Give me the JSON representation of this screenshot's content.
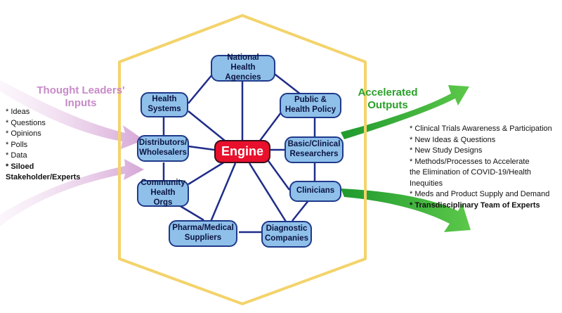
{
  "center": {
    "label": "Engine"
  },
  "nodes": {
    "national_health_agencies": "National Health\nAgencies",
    "health_systems": "Health\nSystems",
    "public_health_policy": "Public &\nHealth Policy",
    "distributors_wholesalers": "Distributors/\nWholesalers",
    "basic_clinical_researchers": "Basic/Clinical\nResearchers",
    "community_health_orgs": "Community\nHealth Orgs",
    "clinicians": "Clinicians",
    "pharma_medical_suppliers": "Pharma/Medical\nSuppliers",
    "diagnostic_companies": "Diagnostic\nCompanies"
  },
  "inputs": {
    "heading": "Thought Leaders'\nInputs",
    "items": [
      "* Ideas",
      "* Questions",
      "* Opinions",
      "* Polls",
      "* Data"
    ],
    "bold_item": "* Siloed\nStakeholder/Experts"
  },
  "outputs": {
    "heading": "Accelerated\nOutputs",
    "items": [
      "* Clinical Trials Awareness & Participation",
      "* New Ideas & Questions",
      "* New Study Designs",
      "* Methods/Processes to Accelerate\n   the Elimination of COVID-19/Health\n   Inequities",
      "* Meds and Product Supply and Demand"
    ],
    "bold_item": "* Transdisciplinary Team of Experts"
  },
  "colors": {
    "hexagon": "#f3d36b",
    "node_fill": "#8fc0ea",
    "node_border": "#1f3a8a",
    "connector": "#1f2d8a",
    "engine_fill": "#e8102c",
    "input_arrow": "#d6a6d6",
    "input_heading": "#c88ac8",
    "output_arrow": "#2faa3a",
    "output_heading": "#2aa02a"
  }
}
